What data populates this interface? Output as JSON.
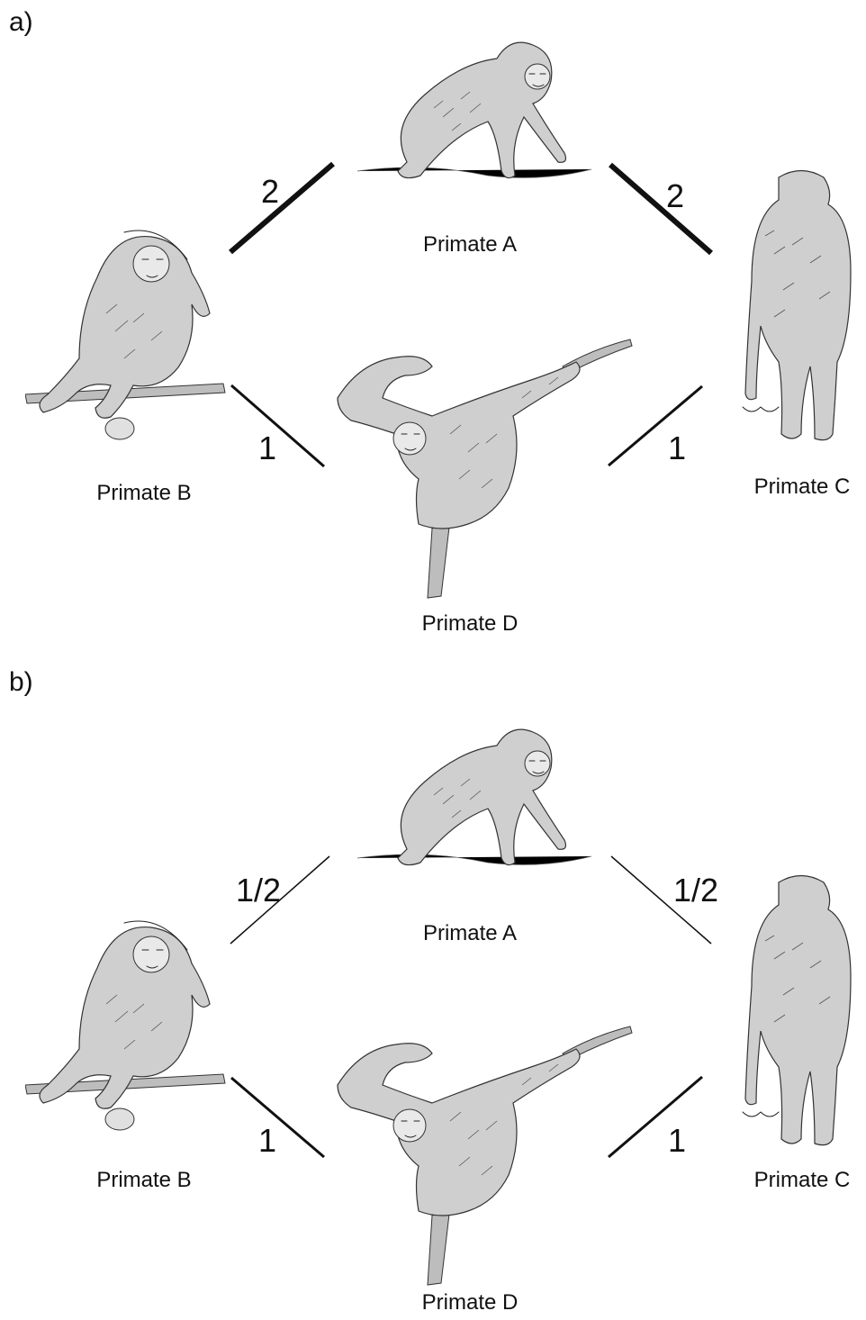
{
  "panels": [
    {
      "label": "a)",
      "nodes": {
        "a": "Primate A",
        "b": "Primate B",
        "c": "Primate C",
        "d": "Primate D"
      },
      "edges": {
        "ab": {
          "weight_label": "2",
          "stroke_weight": 2
        },
        "ac": {
          "weight_label": "2",
          "stroke_weight": 2
        },
        "bd": {
          "weight_label": "1",
          "stroke_weight": 1
        },
        "cd": {
          "weight_label": "1",
          "stroke_weight": 1
        }
      }
    },
    {
      "label": "b)",
      "nodes": {
        "a": "Primate A",
        "b": "Primate B",
        "c": "Primate C",
        "d": "Primate D"
      },
      "edges": {
        "ab": {
          "weight_label": "1/2",
          "stroke_weight": 0.5
        },
        "ac": {
          "weight_label": "1/2",
          "stroke_weight": 0.5
        },
        "bd": {
          "weight_label": "1",
          "stroke_weight": 1
        },
        "cd": {
          "weight_label": "1",
          "stroke_weight": 1
        }
      }
    }
  ],
  "illustrations": {
    "a": "crouching-primate-drawing",
    "b": "sitting-primate-on-branch-drawing",
    "c": "standing-primate-back-view-drawing",
    "d": "hanging-primate-drawing"
  },
  "colors": {
    "ink": "#111111",
    "background": "#ffffff"
  }
}
